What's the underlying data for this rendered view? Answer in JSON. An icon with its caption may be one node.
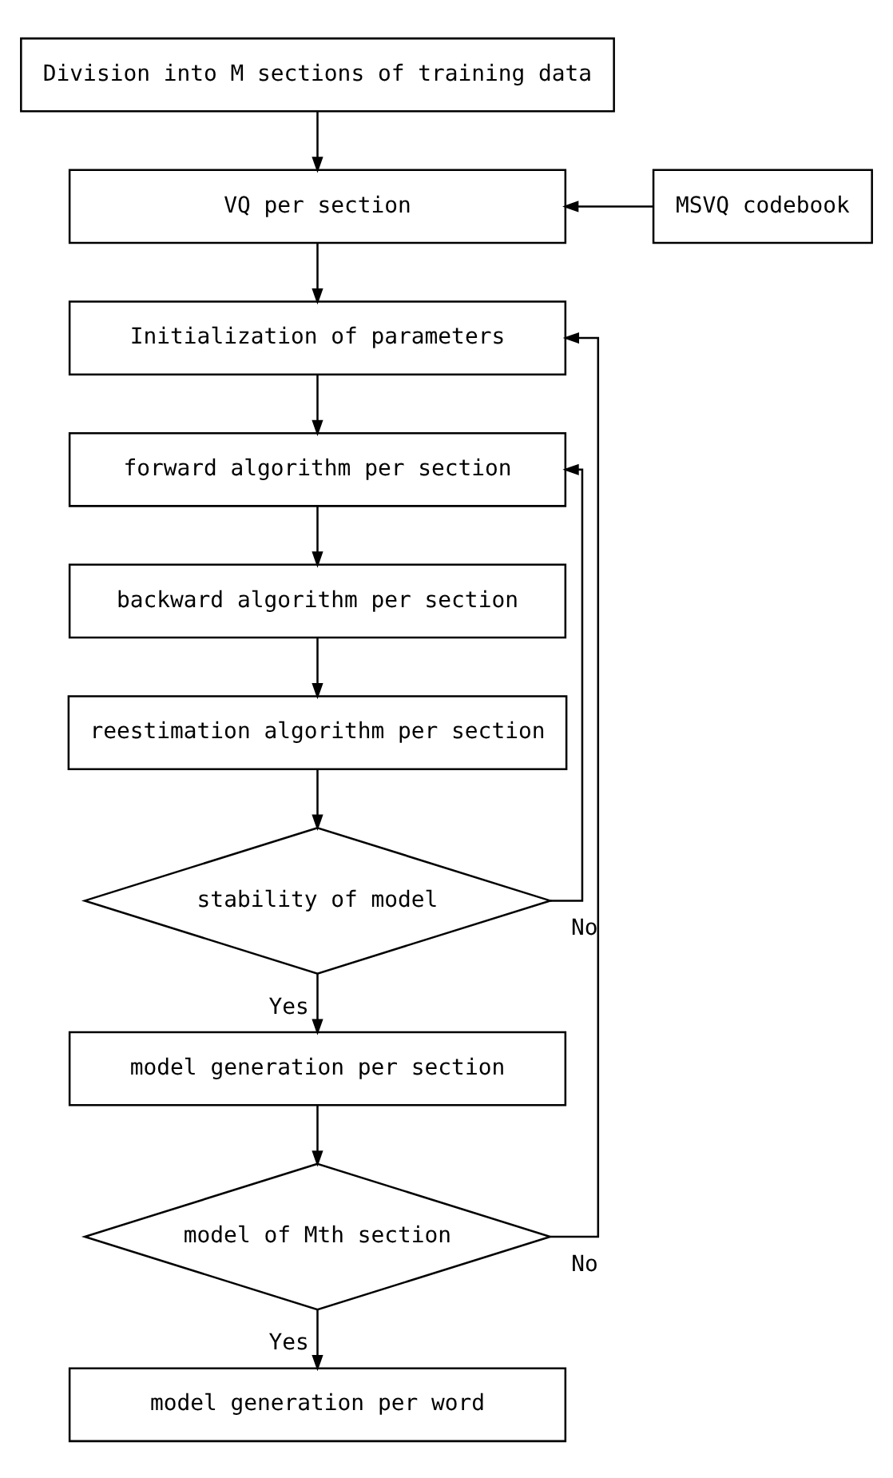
{
  "diagram": {
    "nodes": [
      {
        "text": [
          "Division into M sections of training data"
        ]
      },
      {
        "text": [
          "VQ per section"
        ]
      },
      {
        "text": [
          "MSVQ codebook"
        ]
      },
      {
        "text": [
          "Initialization of parameters"
        ]
      },
      {
        "text": [
          "forward algorithm per section"
        ]
      },
      {
        "text": [
          "backward algorithm per section"
        ]
      },
      {
        "text": [
          "reestimation algorithm per section"
        ]
      },
      {
        "text": [
          "stability of model"
        ]
      },
      {
        "text": [
          "model generation per section"
        ]
      },
      {
        "text": [
          "model of Mth section"
        ]
      },
      {
        "text": [
          "model generation per word"
        ]
      }
    ],
    "edges": [
      {
        "from": 0,
        "to": 1,
        "arrow": "to"
      },
      {
        "from": 2,
        "to": 1,
        "arrow": "to"
      },
      {
        "from": 1,
        "to": 3,
        "arrow": "to"
      },
      {
        "from": 3,
        "to": 4,
        "arrow": "to"
      },
      {
        "from": 4,
        "to": 5,
        "arrow": "to"
      },
      {
        "from": 5,
        "to": 6,
        "arrow": "to"
      },
      {
        "from": 6,
        "to": 7,
        "arrow": "to"
      },
      {
        "from": 7,
        "to": 4,
        "arrow": "to",
        "label": "No"
      },
      {
        "from": 7,
        "to": 8,
        "arrow": "to",
        "label": "Yes"
      },
      {
        "from": 8,
        "to": 9,
        "arrow": "to"
      },
      {
        "from": 9,
        "to": 3,
        "arrow": "to",
        "label": "No"
      },
      {
        "from": 9,
        "to": 10,
        "arrow": "to",
        "label": "Yes"
      }
    ]
  }
}
